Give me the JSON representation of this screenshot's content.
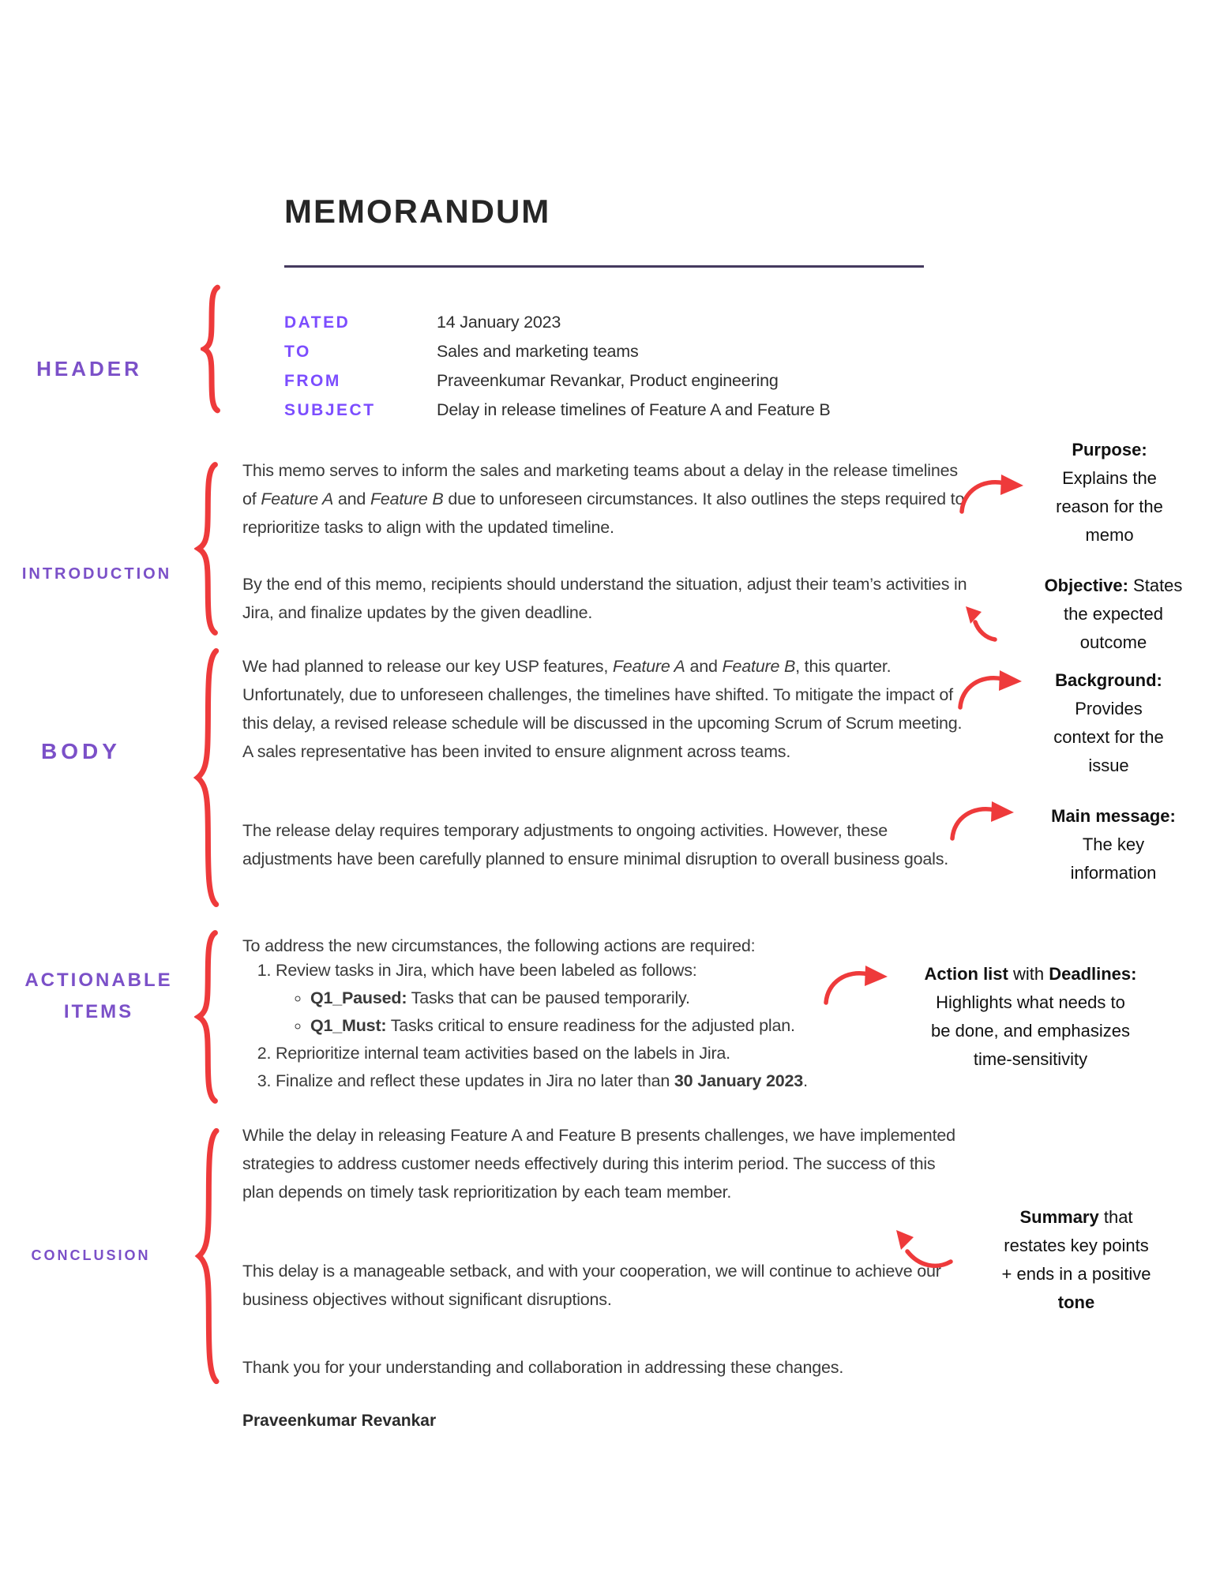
{
  "title": "MEMORANDUM",
  "colors": {
    "section_label_purple": "#7b50c8",
    "header_field_purple": "#7c4dff",
    "annotation_red": "#ee3a3b",
    "divider": "#453a5e",
    "body_text": "#3a3a3a"
  },
  "header": {
    "rows": [
      {
        "label": "DATED",
        "value": "14 January 2023"
      },
      {
        "label": "TO",
        "value": "Sales and marketing teams"
      },
      {
        "label": "FROM",
        "value": "Praveenkumar Revankar, Product engineering"
      },
      {
        "label": "SUBJECT",
        "value": "Delay in release timelines of Feature A and Feature B"
      }
    ]
  },
  "sections": {
    "header": "HEADER",
    "introduction": "INTRODUCTION",
    "body": "BODY",
    "actionable_line1": "ACTIONABLE",
    "actionable_line2": "ITEMS",
    "conclusion": "CONCLUSION"
  },
  "introduction": {
    "paragraphs": [
      "This memo serves to inform the sales and marketing teams about a delay in the release timelines of *Feature A* and *Feature B* due to unforeseen circumstances. It also outlines the steps required to reprioritize tasks to align with the updated timeline.",
      "By the end of this memo, recipients should understand the situation, adjust their team’s activities in Jira, and finalize updates by the given deadline."
    ]
  },
  "body": {
    "paragraphs": [
      "We had planned to release our key USP features, *Feature A* and *Feature B*, this quarter. Unfortunately, due to unforeseen challenges, the timelines have shifted. To mitigate the impact of this delay, a revised release schedule will be discussed in the upcoming Scrum of Scrum meeting. A sales representative has been invited to ensure alignment across teams.",
      "The release delay requires temporary adjustments to ongoing activities. However, these adjustments have been carefully planned to ensure minimal disruption to overall business goals."
    ]
  },
  "actionable": {
    "intro": "To address the new circumstances, the following actions are required:",
    "items": [
      "Review tasks in Jira, which have been labeled as follows:",
      "Reprioritize internal team activities based on the labels in Jira.",
      "Finalize and reflect these updates in Jira no later than **30 January 2023**."
    ],
    "subitems": [
      "**Q1_Paused:** Tasks that can be paused temporarily.",
      "**Q1_Must:** Tasks critical to ensure readiness for the adjusted plan."
    ]
  },
  "conclusion": {
    "paragraphs": [
      "While the delay in releasing Feature A and Feature B presents challenges, we have implemented strategies to address customer needs effectively during this interim period. The success of this plan depends on timely task reprioritization by each team member.",
      "This delay is a manageable setback, and with your cooperation, we will continue to achieve our business objectives without significant disruptions.",
      "Thank you for your understanding and collaboration in addressing these changes."
    ],
    "signature": "Praveenkumar Revankar"
  },
  "annotations": {
    "purpose": "**Purpose:**\nExplains the\nreason for the\nmemo",
    "objective": "**Objective:** States\nthe expected\noutcome",
    "background": "**Background:**\nProvides\ncontext for the\nissue",
    "main_message": "**Main message:**\nThe key\ninformation",
    "action_list": "**Action list** with **Deadlines:**\nHighlights what needs to\nbe done, and emphasizes\ntime-sensitivity",
    "summary": "**Summary** that\nrestates key points\n+ ends in a positive\n**tone**"
  }
}
